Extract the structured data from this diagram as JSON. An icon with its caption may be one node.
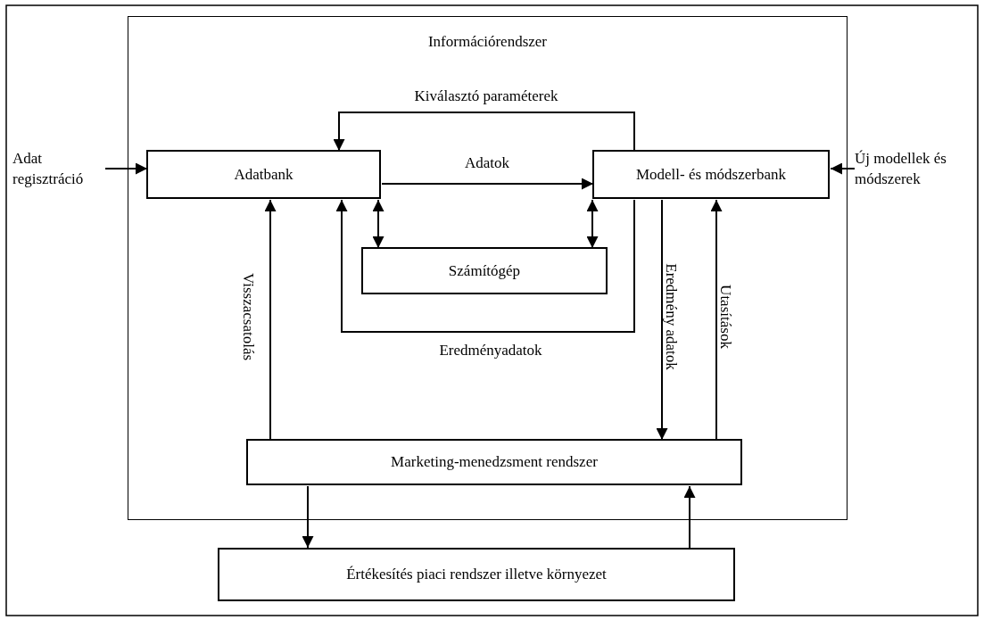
{
  "diagram": {
    "nodes": [
      {
        "text": [
          "Információrendszer"
        ]
      },
      {
        "text": [
          "Adatbank"
        ],
        "in": 0
      },
      {
        "text": [
          "Modell- és módszerbank"
        ],
        "in": 0
      },
      {
        "text": [
          "Számítógép"
        ],
        "in": 0
      },
      {
        "text": [
          "Marketing-menedzsment rendszer"
        ],
        "in": 0
      },
      {
        "text": [
          "Értékesítés piaci rendszer illetve környezet"
        ]
      },
      {
        "text": [
          "Adat regisztráció"
        ]
      },
      {
        "text": [
          "Új modellek és módszerek"
        ]
      }
    ],
    "edges": [
      {
        "from": 6,
        "to": 1,
        "arrow": "to"
      },
      {
        "from": 7,
        "to": 2,
        "arrow": "to"
      },
      {
        "from": 2,
        "to": 1,
        "arrow": "to",
        "label": "Kiválasztó paraméterek"
      },
      {
        "from": 1,
        "to": 2,
        "arrow": "to",
        "label": "Adatok"
      },
      {
        "from": 1,
        "to": 3,
        "arrow": "both"
      },
      {
        "from": 2,
        "to": 3,
        "arrow": "both"
      },
      {
        "from": 2,
        "to": 1,
        "arrow": "to",
        "label": "Eredményadatok"
      },
      {
        "from": 4,
        "to": 1,
        "arrow": "to",
        "label": "Visszacsatolás"
      },
      {
        "from": 2,
        "to": 4,
        "arrow": "to",
        "label": "Eredmény adatok"
      },
      {
        "from": 4,
        "to": 2,
        "arrow": "to",
        "label": "Utasítások"
      },
      {
        "from": 4,
        "to": 5,
        "arrow": "to"
      },
      {
        "from": 5,
        "to": 4,
        "arrow": "to"
      }
    ]
  }
}
